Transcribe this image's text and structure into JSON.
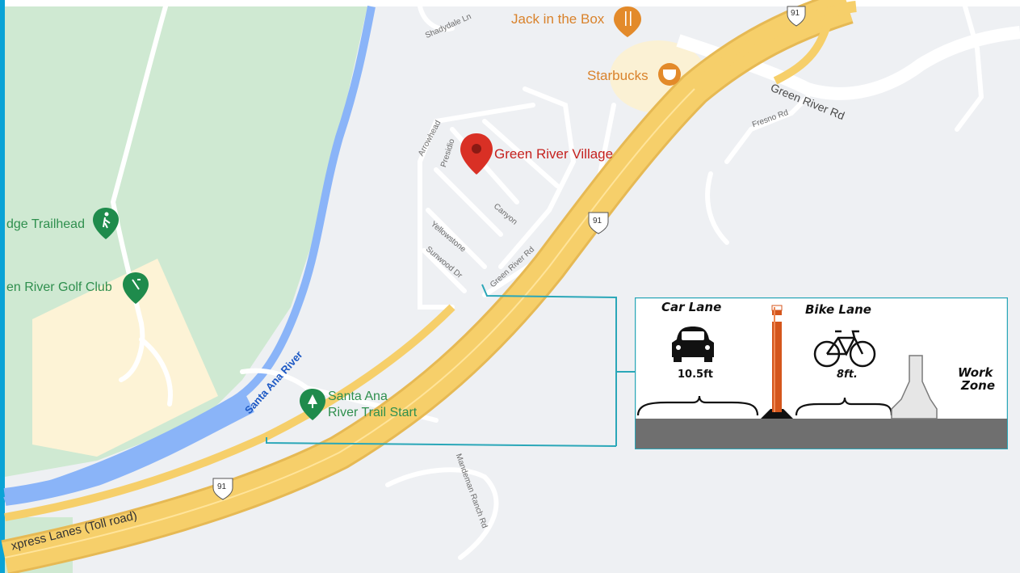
{
  "map": {
    "pois": {
      "jack_in_the_box": "Jack in the Box",
      "starbucks": "Starbucks",
      "green_river_village": "Green River Village",
      "trailhead": "dge Trailhead",
      "golf_club": "en River Golf Club",
      "trail_start_line1": "Santa Ana",
      "trail_start_line2": "River Trail Start"
    },
    "roads": {
      "green_river_rd": "Green River Rd",
      "express_lanes": "xpress Lanes (Toll road)",
      "route_91": "91",
      "santa_ana_river": "Santa Ana River"
    },
    "streets": {
      "shadydale": "Shadydale Ln",
      "fresno": "Fresno Rd",
      "arrowhead": "Arrowhead",
      "presidio": "Presidio",
      "canyon": "Canyon",
      "yellowstone": "Yellowstone",
      "sunwood": "Sunwood Dr",
      "green_river_rd_small": "Green River Rd",
      "mandeman": "Mandeman Ranch Rd"
    },
    "colors": {
      "highway": "#f6cf6a",
      "park": "#cfe9d2",
      "golf": "#fdf3d6",
      "river": "#8ab4f8",
      "background": "#eef0f3",
      "accent_left_bar": "#0aa3d6",
      "callout": "#2aa7b8"
    }
  },
  "inset": {
    "car_lane_label": "Car Lane",
    "car_lane_width": "10.5ft",
    "bike_lane_label": "Bike Lane",
    "bike_lane_width": "8ft.",
    "work_zone_line1": "Work",
    "work_zone_line2": "Zone",
    "icons": [
      "car-icon",
      "bicycle-icon",
      "delineator-post-icon",
      "concrete-barrier-icon"
    ]
  }
}
